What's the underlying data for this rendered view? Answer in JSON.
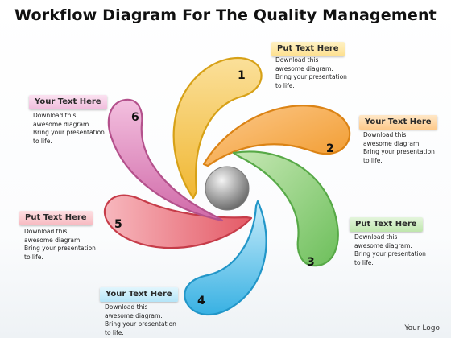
{
  "title": "Workflow Diagram For The Quality  Management",
  "segments": [
    {
      "number": "1",
      "label": "Put Text Here",
      "body": [
        "Download this",
        "awesome diagram.",
        "Bring your presentation",
        "to life."
      ],
      "color": "#f2c23a"
    },
    {
      "number": "2",
      "label": "Your Text Here",
      "body": [
        "Download this",
        "awesome diagram.",
        "Bring your presentation",
        "to life."
      ],
      "color": "#f5a135"
    },
    {
      "number": "3",
      "label": "Put Text Here",
      "body": [
        "Download this",
        "awesome diagram.",
        "Bring your presentation",
        "to life."
      ],
      "color": "#7cc66a"
    },
    {
      "number": "4",
      "label": "Your Text Here",
      "body": [
        "Download this",
        "awesome diagram.",
        "Bring your presentation",
        "to life."
      ],
      "color": "#3fb7e6"
    },
    {
      "number": "5",
      "label": "Put Text Here",
      "body": [
        "Download this",
        "awesome diagram.",
        "Bring your presentation",
        "to life."
      ],
      "color": "#e0525f"
    },
    {
      "number": "6",
      "label": "Your Text Here",
      "body": [
        "Download this",
        "awesome diagram.",
        "Bring your presentation",
        "to life."
      ],
      "color": "#d566a9"
    }
  ],
  "logo": "Your Logo"
}
